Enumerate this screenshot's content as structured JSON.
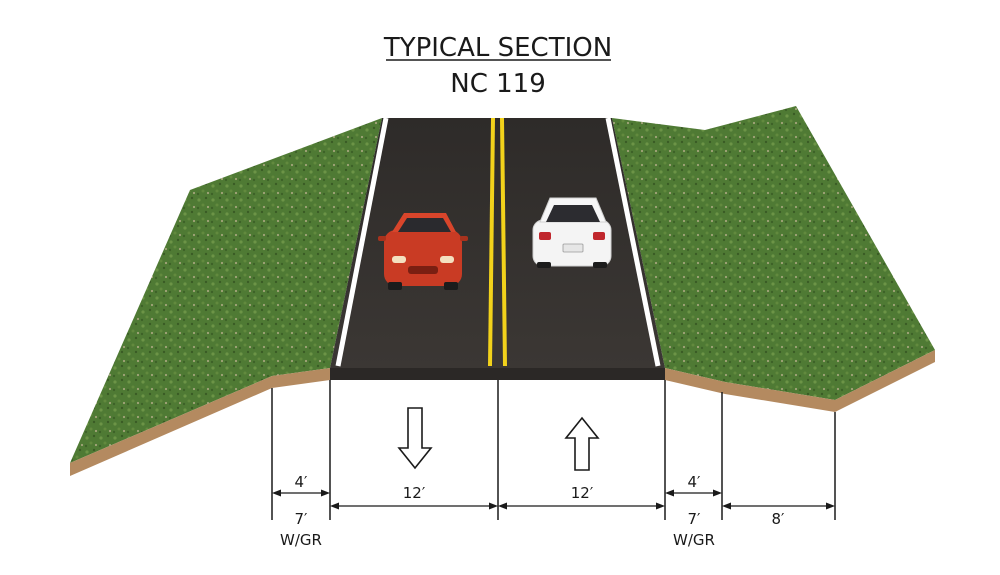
{
  "title": "TYPICAL SECTION",
  "subtitle": "NC 119",
  "dimensions": {
    "left_shoulder_paved": "4′",
    "left_shoulder_total": "7′",
    "left_shoulder_note": "W/GR",
    "lane_southbound": "12′",
    "lane_northbound": "12′",
    "right_shoulder_paved": "4′",
    "right_shoulder_total": "7′",
    "right_shoulder_note": "W/GR",
    "right_berm": "8′"
  },
  "lane_directions": {
    "left_lane": "down",
    "right_lane": "up"
  },
  "colors": {
    "grass": "#4f7a34",
    "grass_dark": "#3e6128",
    "soil": "#b48a60",
    "asphalt": "#3a3633",
    "center_line": "#f2d21b",
    "edge_line": "#ffffff",
    "car_left": "#d8452b",
    "car_right": "#f4f4f4"
  },
  "icons": {
    "car_left": "red-sedan-front-view",
    "car_right": "white-sedan-rear-view",
    "arrow_left_lane": "arrow-down-outline",
    "arrow_right_lane": "arrow-up-outline"
  }
}
